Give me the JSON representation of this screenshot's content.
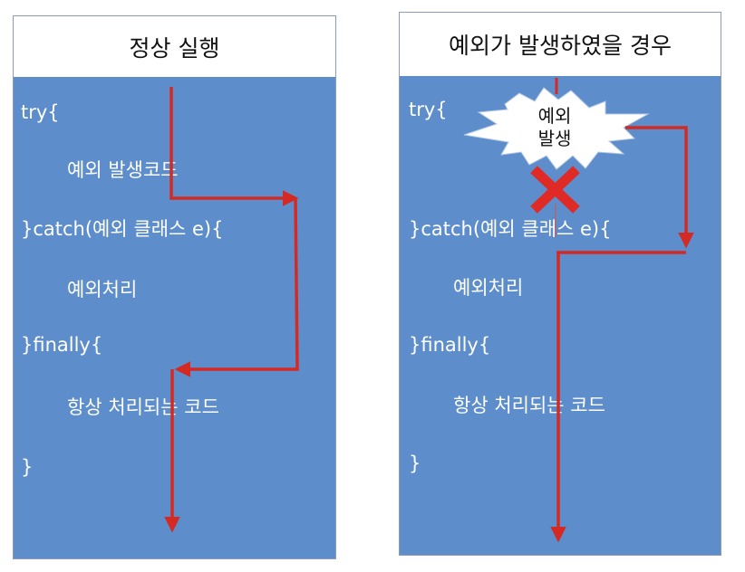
{
  "colors": {
    "panel_body": "#5d8ecb",
    "arrow": "#d42a23",
    "text_on_blue": "#ffffff"
  },
  "left_panel": {
    "title": "정상 실행",
    "lines": {
      "try": "try{",
      "body": "예외 발생코드",
      "catch": "}catch(예외 클래스 e){",
      "catch_body": "예외처리",
      "finally": "}finally{",
      "finally_body": "항상 처리되는 코드",
      "close": "}"
    }
  },
  "right_panel": {
    "title": "예외가 발생하였을 경우",
    "burst_line1": "예외",
    "burst_line2": "발생",
    "lines": {
      "try": "try{",
      "catch": "}catch(예외 클래스 e){",
      "catch_body": "예외처리",
      "finally": "}finally{",
      "finally_body": "항상 처리되는 코드",
      "close": "}"
    },
    "x_mark_icon": "red-x-mark"
  }
}
